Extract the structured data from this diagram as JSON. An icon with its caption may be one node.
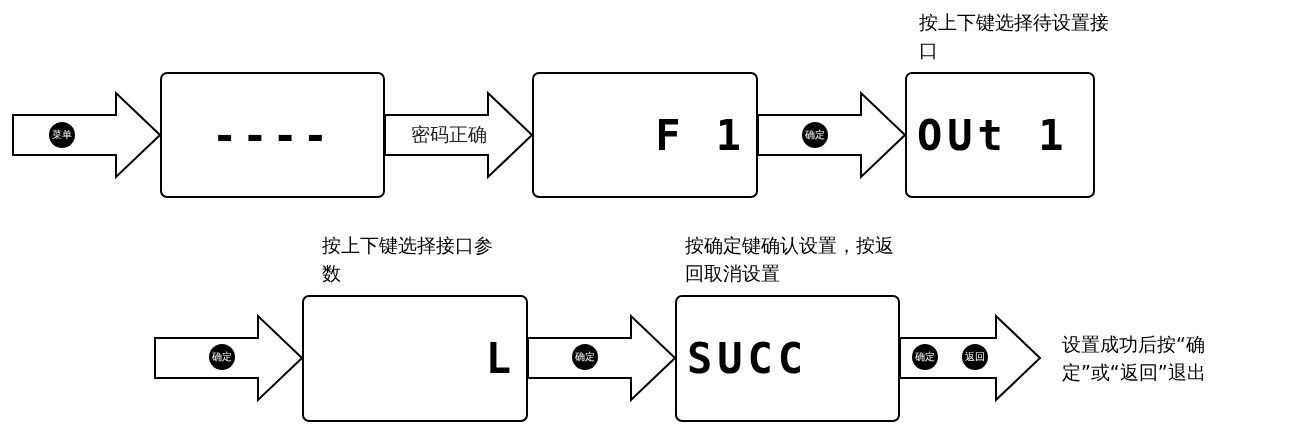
{
  "diagram": {
    "nodes": [
      {
        "text": [
          "----"
        ]
      },
      {
        "text": [
          "F 1"
        ]
      },
      {
        "text": [
          "按上下键选择待设置接口",
          "OUt 1"
        ]
      },
      {
        "text": [
          "按上下键选择接口参数",
          "L"
        ]
      },
      {
        "text": [
          "按确定键确认设置，按返回取消设置",
          "SUCC"
        ]
      },
      {
        "text": [
          "设置成功后按“确定”或“返回”退出"
        ]
      }
    ],
    "edges": [
      {
        "from": null,
        "to": 0,
        "arrow": "to"
      },
      {
        "from": 0,
        "to": 1,
        "arrow": "to",
        "label": "密码正确"
      },
      {
        "from": 1,
        "to": 2,
        "arrow": "to"
      },
      {
        "from": null,
        "to": 3,
        "arrow": "to"
      },
      {
        "from": 3,
        "to": 4,
        "arrow": "to"
      },
      {
        "from": 4,
        "to": 5,
        "arrow": "to"
      }
    ],
    "labels": [
      "菜单",
      "确定",
      "确定",
      "确定",
      "确定",
      "返回"
    ]
  }
}
